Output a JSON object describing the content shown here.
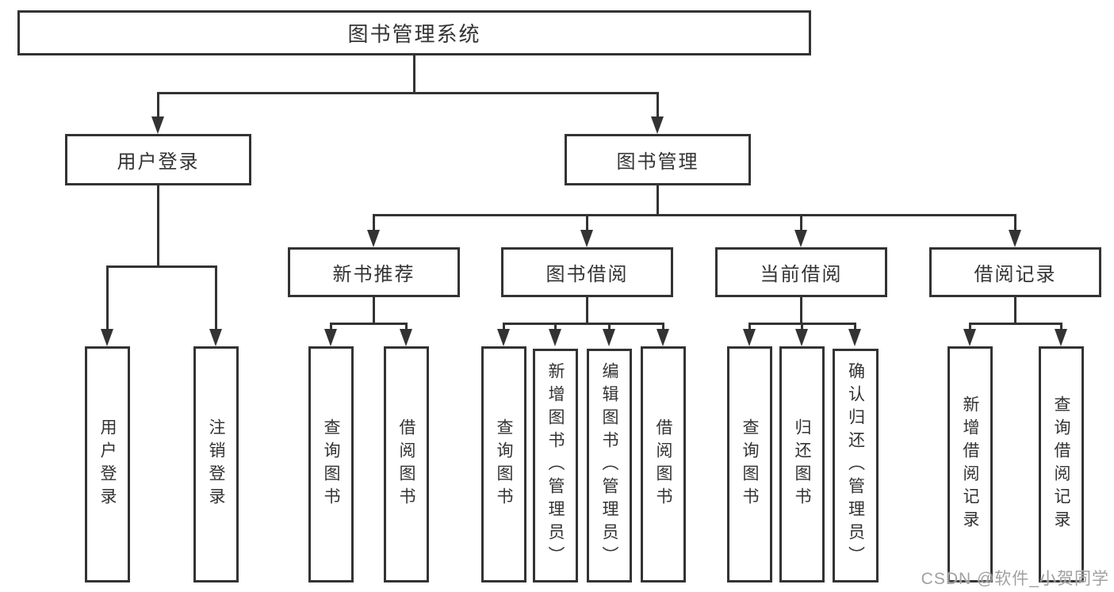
{
  "diagram": {
    "root": {
      "label": "图书管理系统"
    },
    "level2": [
      {
        "label": "用户登录",
        "children": [
          {
            "label": "用户登录"
          },
          {
            "label": "注销登录"
          }
        ]
      },
      {
        "label": "图书管理",
        "children": [
          {
            "label": "新书推荐",
            "children": [
              {
                "label": "查询图书"
              },
              {
                "label": "借阅图书"
              }
            ]
          },
          {
            "label": "图书借阅",
            "children": [
              {
                "label": "查询图书"
              },
              {
                "label": "新增图书（管理员）"
              },
              {
                "label": "编辑图书（管理员）"
              },
              {
                "label": "借阅图书"
              }
            ]
          },
          {
            "label": "当前借阅",
            "children": [
              {
                "label": "查询图书"
              },
              {
                "label": "归还图书"
              },
              {
                "label": "确认归还（管理员）"
              }
            ]
          },
          {
            "label": "借阅记录",
            "children": [
              {
                "label": "新增借阅记录"
              },
              {
                "label": "查询借阅记录"
              }
            ]
          }
        ]
      }
    ]
  },
  "watermark": "CSDN @软件_小贺同学",
  "colors": {
    "line": "#333333",
    "text": "#333333",
    "watermark": "#a0a0a0",
    "background": "#ffffff"
  }
}
